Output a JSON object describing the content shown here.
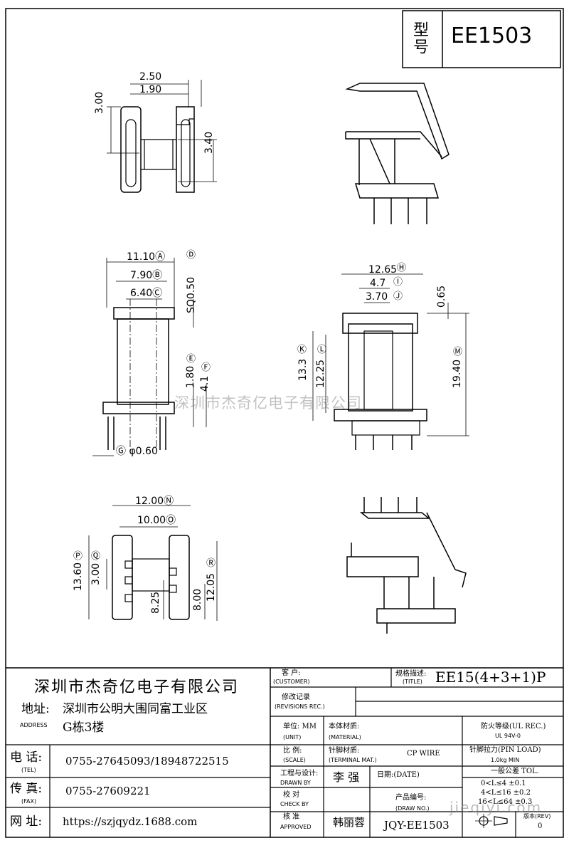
{
  "model_box": {
    "label": "型号",
    "model": "EE1503"
  },
  "dims": {
    "top_left": {
      "d250": "2.50",
      "d190": "1.90",
      "d300": "3.00",
      "d340": "3.40"
    },
    "middle_left": {
      "d1110": "11.10Ⓐ",
      "d790": "7.90Ⓑ",
      "d640": "6.40Ⓒ",
      "sq050": "SQ0.50",
      "circD": "Ⓓ",
      "d180": "1.80",
      "circE": "Ⓔ",
      "d41": "4.1",
      "circF": "Ⓕ",
      "phi": "Ⓖ φ0.60"
    },
    "middle_right": {
      "d1265": "12.65",
      "circH": "Ⓗ",
      "d47": "4.7",
      "circI": "Ⓘ",
      "d370": "3.70",
      "circJ": "Ⓙ",
      "d065": "0.65",
      "circK": "Ⓚ",
      "d133": "13.3",
      "circL": "Ⓛ",
      "d1225": "12.25",
      "d1940": "19.40",
      "circM": "Ⓜ"
    },
    "bottom_left": {
      "d1200": "12.00Ⓝ",
      "d1000": "10.00Ⓞ",
      "circP": "Ⓟ",
      "d1360": "13.60",
      "circQ": "Ⓠ",
      "d300": "3.00",
      "circR": "Ⓡ",
      "d825": "8.25",
      "d800": "8.00",
      "d1205": "12.05"
    }
  },
  "watermark": "深圳市杰奇亿电子有限公司",
  "title_block": {
    "company": "深圳市杰奇亿电子有限公司",
    "address_label": "地址:",
    "address_en": "ADDRESS",
    "address_line1": "深圳市公明大围同富工业区",
    "address_line2": "G栋3楼",
    "tel_label": "电 话:",
    "tel_en": "(TEL)",
    "tel": "0755-27645093/18948722515",
    "fax_label": "传 真:",
    "fax_en": "(FAX)",
    "fax": "0755-27609221",
    "web_label": "网 址:",
    "web": "https://szjqydz.1688.com",
    "customer_cn": "客 户:",
    "customer_en": "(CUSTOMER)",
    "spec_cn": "规格描述:",
    "spec_en": "(TITLE)",
    "spec": "EE15(4+3+1)P",
    "rev_rec_cn": "修改记录",
    "rev_rec_en": "(REVISIONS REC.)",
    "unit_cn": "单位: MM",
    "unit_en": "(UNIT)",
    "material_cn": "本体材质:",
    "material_en": "(MATERIAL)",
    "flame_cn": "防火等级(UL REC.)",
    "flame_val": "UL 94V-0",
    "scale_cn": "比 例:",
    "scale_en": "(SCALE)",
    "terminal_cn": "针脚材质:",
    "terminal_en": "(TERMINAL MAT.)",
    "terminal_val": "CP WIRE",
    "pin_cn": "针脚拉力(PIN LOAD)",
    "pin_val": "1.0kg MIN",
    "drawn_cn": "工程与设计:",
    "drawn_en": "DRAWN BY",
    "drawn_name": "李 强",
    "date_cn": "日期:(DATE)",
    "tol_title": "一般公差 TOL.",
    "tol1": "0<L≤4 ±0.1",
    "tol2": "4<L≤16 ±0.2",
    "tol3": "16<L≤64 ±0.3",
    "check_cn": "校 对",
    "check_en": "CHECK BY",
    "prodno_cn": "产品编号:",
    "prodno_en": "(DRAW NO.)",
    "approved_cn": "核 准",
    "approved_en": "APPROVED",
    "approved_name": "韩丽蓉",
    "drawno": "JQY-EE1503",
    "rev_cn": "版本(REV)",
    "rev_val": "0",
    "site_mark": "jieqiyi.com"
  }
}
